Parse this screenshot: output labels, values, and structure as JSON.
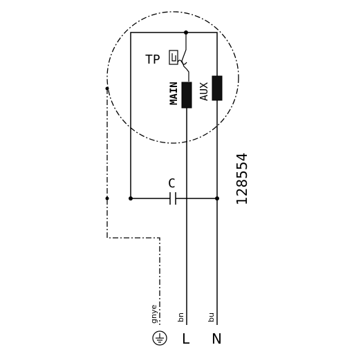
{
  "diagram": {
    "motor_label_tp": "TP",
    "winding_main": "MAIN",
    "winding_aux": "AUX",
    "capacitor": "C",
    "drawing_number": "128554",
    "wire_colors": {
      "earth": "gnye",
      "line": "bn",
      "neutral": "bu"
    },
    "terminals": {
      "line": "L",
      "neutral": "N",
      "earth_icon": "protective-earth-icon"
    }
  }
}
